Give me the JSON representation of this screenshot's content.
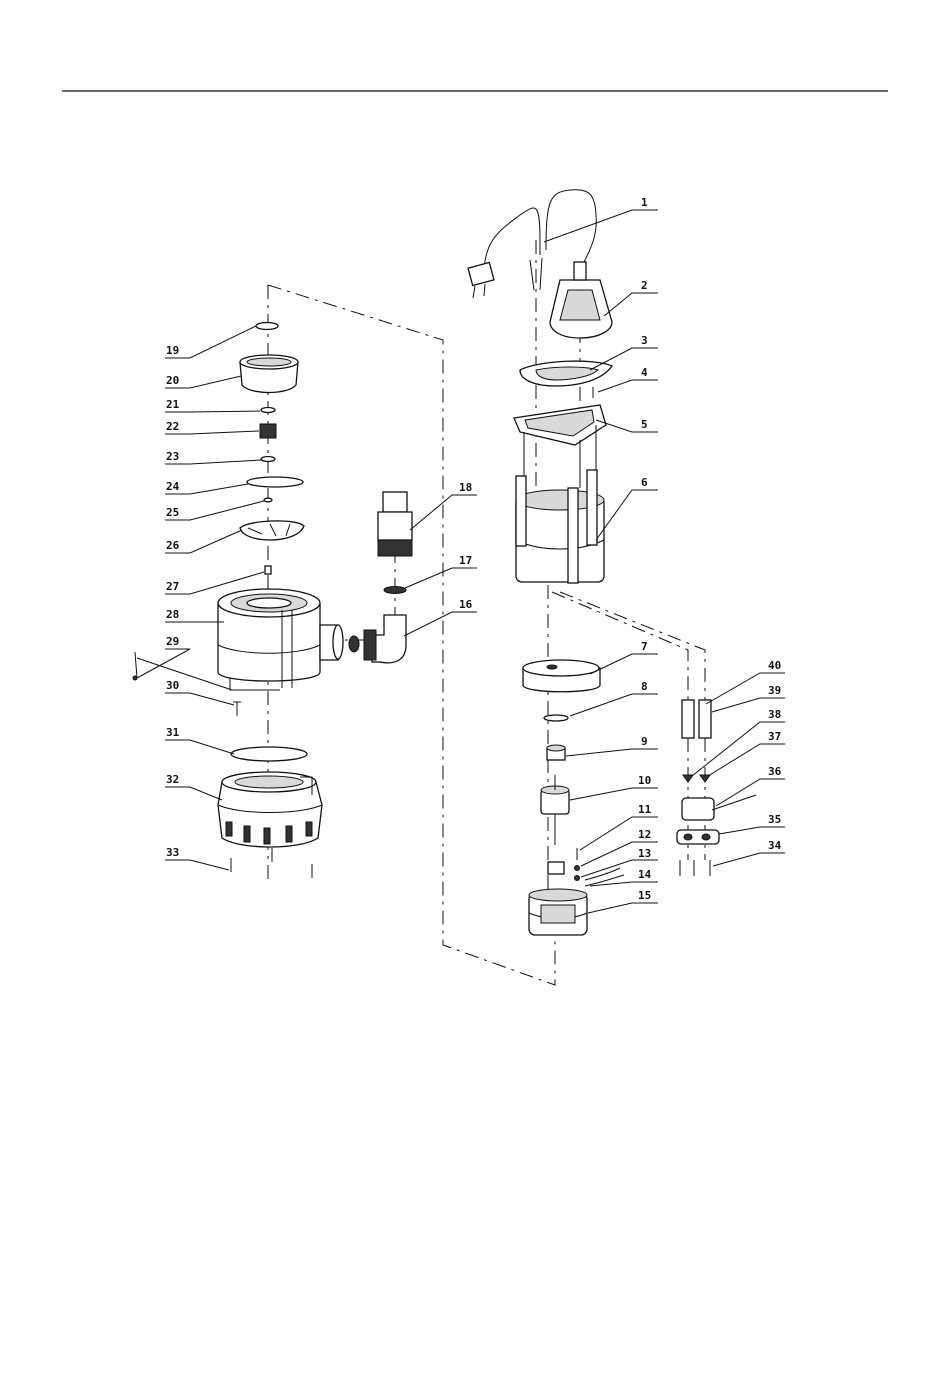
{
  "diagram": {
    "callouts": [
      "1",
      "2",
      "3",
      "4",
      "5",
      "6",
      "7",
      "8",
      "9",
      "10",
      "11",
      "12",
      "13",
      "14",
      "15",
      "16",
      "17",
      "18",
      "19",
      "20",
      "21",
      "22",
      "23",
      "24",
      "25",
      "26",
      "27",
      "28",
      "29",
      "30",
      "31",
      "32",
      "33",
      "34",
      "35",
      "36",
      "37",
      "38",
      "39",
      "40"
    ]
  }
}
